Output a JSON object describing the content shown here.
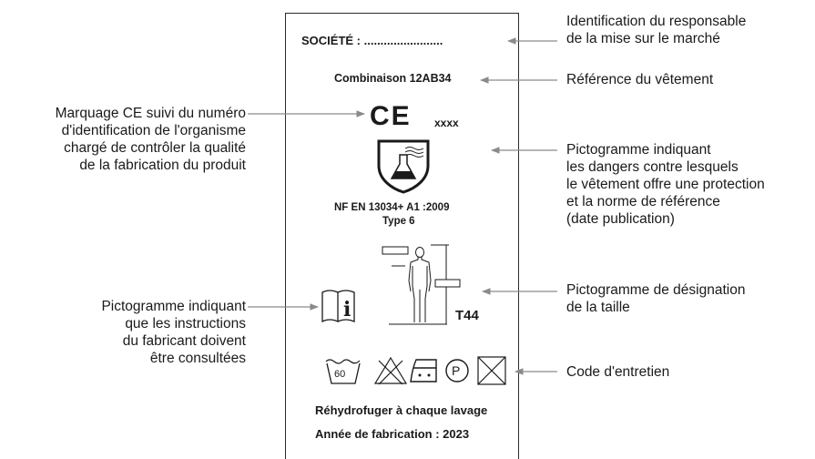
{
  "label": {
    "company": "SOCIÉTÉ : ........................",
    "reference": "Combinaison 12AB34",
    "ce_mark": "CE",
    "ce_number": "xxxx",
    "standard": "NF EN 13034+ A1 :2009",
    "type": "Type 6",
    "size": "T44",
    "wash_temperature": "60",
    "professional_cleaning": "P",
    "care_text": "Réhydrofuger à chaque lavage",
    "year": "Année de fabrication : 2023"
  },
  "annotations": {
    "manufacturer_id": [
      "Identification du responsable",
      "de la mise sur le marché"
    ],
    "garment_reference": [
      "Référence du vêtement"
    ],
    "ce_marking": [
      "Marquage CE suivi du numéro",
      "d'identification de l'organisme",
      "chargé de contrôler la qualité",
      "de la fabrication du produit"
    ],
    "hazard_pictogram": [
      "Pictogramme indiquant",
      "les dangers contre lesquels",
      "le vêtement offre une protection",
      "et la norme de référence",
      "(date publication)"
    ],
    "size_pictogram": [
      "Pictogramme de désignation",
      "de la taille"
    ],
    "instructions_pictogram": [
      "Pictogramme indiquant",
      "que les instructions",
      "du fabricant doivent",
      "être consultées"
    ],
    "care_code": [
      "Code d'entretien"
    ]
  },
  "colors": {
    "ink": "#1a1a1a",
    "arrow": "#8a8a8a"
  }
}
